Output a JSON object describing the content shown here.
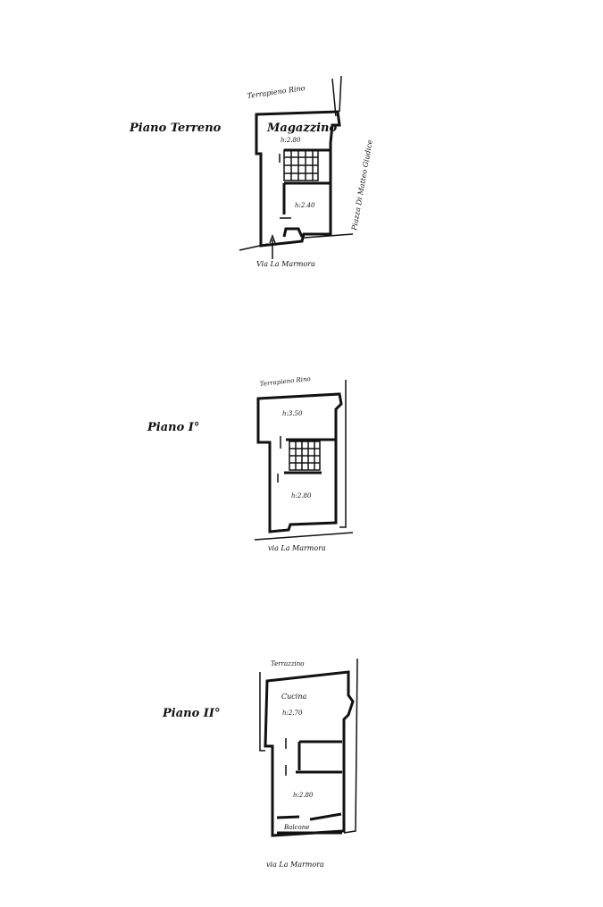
{
  "plans": [
    {
      "title": "Piano Terreno",
      "top_label": "Terrapieno Rino",
      "side_label": "Piazza Di Matteo Giudice",
      "bottom_label": "Via La Marmora",
      "rooms": [
        {
          "name": "Magazzino",
          "height": "h:2.80"
        },
        {
          "name": "",
          "height": "h:2.40"
        }
      ]
    },
    {
      "title": "Piano I°",
      "top_label": "Terrapieno Rino",
      "bottom_label": "via La Marmora",
      "rooms": [
        {
          "name": "",
          "height": "h:3.50"
        },
        {
          "name": "",
          "height": "h:2.80"
        }
      ]
    },
    {
      "title": "Piano II°",
      "top_label": "Terrazzino",
      "bottom_label": "via La Marmora",
      "rooms": [
        {
          "name": "Cucina",
          "height": "h:2.70"
        },
        {
          "name": "",
          "height": "h:2.80"
        },
        {
          "name": "Balcone",
          "height": ""
        }
      ]
    }
  ]
}
